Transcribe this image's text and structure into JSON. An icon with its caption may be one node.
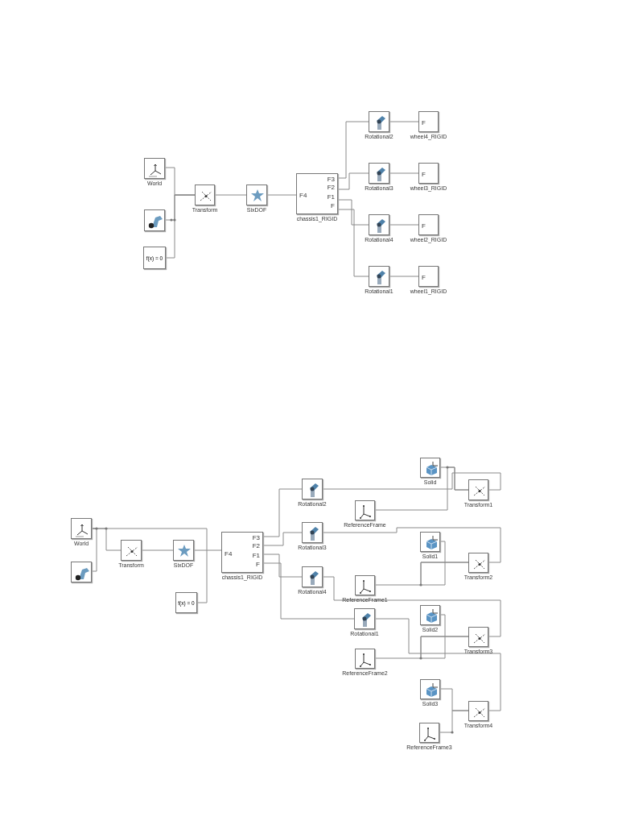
{
  "diagram": {
    "nodes": [
      {
        "text": [
          "World"
        ]
      },
      {
        "text": [],
        "shape": "box"
      },
      {
        "text": [
          "f(x) = 0"
        ]
      },
      {
        "text": [
          "Transform"
        ]
      },
      {
        "text": [
          "SixDOF"
        ]
      },
      {
        "text": [
          "F4",
          "F3",
          "F2",
          "F1",
          "F",
          "chassis1_RIGID"
        ]
      },
      {
        "text": [
          "Rotational2"
        ]
      },
      {
        "text": [
          "F",
          "wheel4_RIGID"
        ]
      },
      {
        "text": [
          "Rotational3"
        ]
      },
      {
        "text": [
          "F",
          "wheel3_RIGID"
        ]
      },
      {
        "text": [
          "Rotational4"
        ]
      },
      {
        "text": [
          "F",
          "wheel2_RIGID"
        ]
      },
      {
        "text": [
          "Rotational1"
        ]
      },
      {
        "text": [
          "F",
          "wheel1_RIGID"
        ]
      },
      {
        "text": [
          "World"
        ]
      },
      {
        "text": [],
        "shape": "box"
      },
      {
        "text": [
          "Transform"
        ]
      },
      {
        "text": [
          "SixDOF"
        ]
      },
      {
        "text": [
          "f(x) = 0"
        ]
      },
      {
        "text": [
          "F4",
          "F3",
          "F2",
          "F1",
          "F",
          "chassis1_RIGID"
        ]
      },
      {
        "text": [
          "Rotational2"
        ]
      },
      {
        "text": [
          "Solid"
        ]
      },
      {
        "text": [
          "ReferenceFrame"
        ]
      },
      {
        "text": [
          "Transform1"
        ]
      },
      {
        "text": [
          "Rotational3"
        ]
      },
      {
        "text": [
          "Solid1"
        ]
      },
      {
        "text": [
          "Transform2"
        ]
      },
      {
        "text": [
          "ReferenceFrame1"
        ]
      },
      {
        "text": [
          "Rotational4"
        ]
      },
      {
        "text": [
          "Rotational1"
        ]
      },
      {
        "text": [
          "Solid2"
        ]
      },
      {
        "text": [
          "Transform3"
        ]
      },
      {
        "text": [
          "ReferenceFrame2"
        ]
      },
      {
        "text": [
          "Solid3"
        ]
      },
      {
        "text": [
          "Transform4"
        ]
      },
      {
        "text": [
          "ReferenceFrame3"
        ]
      }
    ],
    "edges": [
      {
        "from": 0,
        "to": 3,
        "arrow": "none"
      },
      {
        "from": 1,
        "to": 3,
        "arrow": "none"
      },
      {
        "from": 2,
        "to": 3,
        "arrow": "none"
      },
      {
        "from": 3,
        "to": 4,
        "arrow": "none"
      },
      {
        "from": 4,
        "to": 5,
        "arrow": "none"
      },
      {
        "from": 5,
        "to": 6,
        "arrow": "none"
      },
      {
        "from": 5,
        "to": 8,
        "arrow": "none"
      },
      {
        "from": 5,
        "to": 10,
        "arrow": "none"
      },
      {
        "from": 5,
        "to": 12,
        "arrow": "none"
      },
      {
        "from": 6,
        "to": 7,
        "arrow": "none"
      },
      {
        "from": 8,
        "to": 9,
        "arrow": "none"
      },
      {
        "from": 10,
        "to": 11,
        "arrow": "none"
      },
      {
        "from": 12,
        "to": 13,
        "arrow": "none"
      },
      {
        "from": 14,
        "to": 15,
        "arrow": "none"
      },
      {
        "from": 14,
        "to": 16,
        "arrow": "none"
      },
      {
        "from": 14,
        "to": 18,
        "arrow": "none"
      },
      {
        "from": 16,
        "to": 17,
        "arrow": "none"
      },
      {
        "from": 17,
        "to": 19,
        "arrow": "none"
      },
      {
        "from": 19,
        "to": 20,
        "arrow": "none"
      },
      {
        "from": 19,
        "to": 24,
        "arrow": "none"
      },
      {
        "from": 19,
        "to": 28,
        "arrow": "none"
      },
      {
        "from": 19,
        "to": 29,
        "arrow": "none"
      },
      {
        "from": 20,
        "to": 23,
        "arrow": "none"
      },
      {
        "from": 21,
        "to": 23,
        "arrow": "none"
      },
      {
        "from": 22,
        "to": 23,
        "arrow": "none"
      },
      {
        "from": 24,
        "to": 26,
        "arrow": "none"
      },
      {
        "from": 25,
        "to": 26,
        "arrow": "none"
      },
      {
        "from": 27,
        "to": 26,
        "arrow": "none"
      },
      {
        "from": 28,
        "to": 31,
        "arrow": "none"
      },
      {
        "from": 30,
        "to": 31,
        "arrow": "none"
      },
      {
        "from": 32,
        "to": 31,
        "arrow": "none"
      },
      {
        "from": 29,
        "to": 34,
        "arrow": "none"
      },
      {
        "from": 33,
        "to": 34,
        "arrow": "none"
      },
      {
        "from": 35,
        "to": 34,
        "arrow": "none"
      }
    ]
  }
}
